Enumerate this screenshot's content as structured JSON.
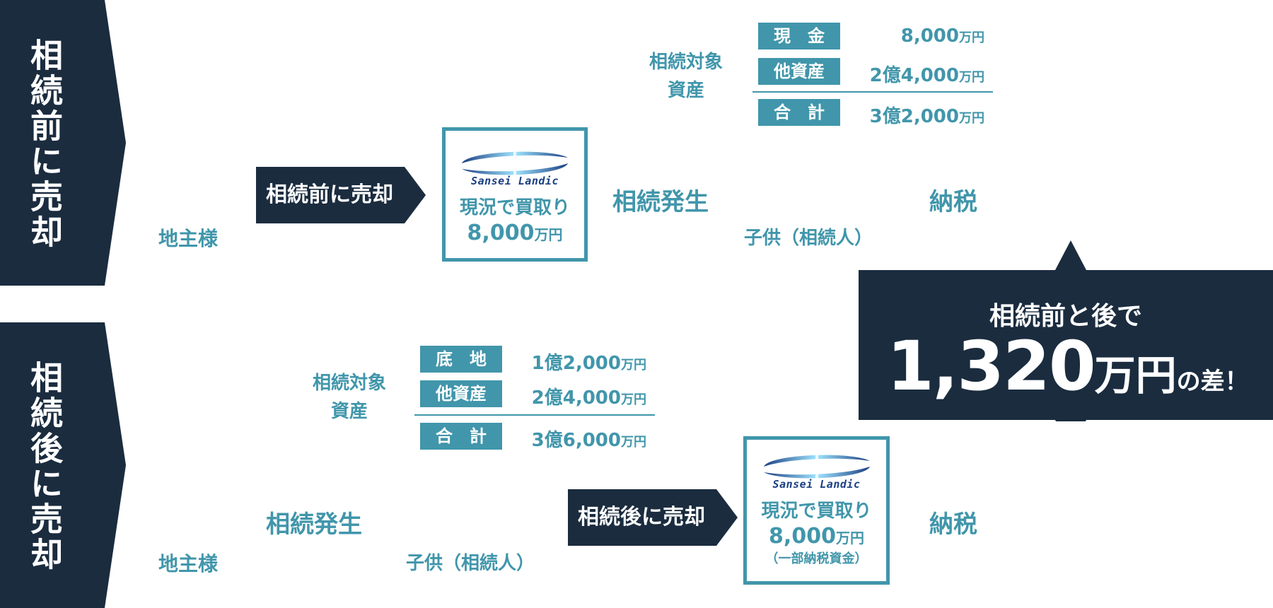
{
  "before": {
    "side_title": "相続前に売却",
    "owner": "地主様",
    "sale_label": "相続前に売却",
    "company": {
      "brand": "Sansei Landic",
      "line1": "現況で買取り",
      "price_num": "8,000",
      "price_unit": "万円"
    },
    "inherit_event": "相続発生",
    "heir": "子供（相続人）",
    "tax": "納税",
    "assets": {
      "title_line1": "相続対象",
      "title_line2": "資産",
      "rows": [
        {
          "label": "現　金",
          "amount": "8,000",
          "unit": "万円"
        },
        {
          "label": "他資産",
          "amount": "2億4,000",
          "unit": "万円"
        }
      ],
      "total": {
        "label": "合　計",
        "amount": "3億2,000",
        "unit": "万円"
      }
    }
  },
  "after": {
    "side_title": "相続後に売却",
    "owner": "地主様",
    "inherit_event": "相続発生",
    "heir": "子供（相続人）",
    "sale_label": "相続後に売却",
    "company": {
      "brand": "Sansei Landic",
      "line1": "現況で買取り",
      "price_num": "8,000",
      "price_unit": "万円",
      "note": "（一部納税資金）"
    },
    "tax": "納税",
    "assets": {
      "title_line1": "相続対象",
      "title_line2": "資産",
      "rows": [
        {
          "label": "底　地",
          "amount": "1億2,000",
          "unit": "万円"
        },
        {
          "label": "他資産",
          "amount": "2億4,000",
          "unit": "万円"
        }
      ],
      "total": {
        "label": "合　計",
        "amount": "3億6,000",
        "unit": "万円"
      }
    }
  },
  "result": {
    "line1": "相続前と後で",
    "amount": "1,320",
    "unit": "万円",
    "suffix": "の差！"
  },
  "colors": {
    "navy": "#1b2c3f",
    "teal": "#4196ab",
    "brand": "#1b3f82"
  }
}
